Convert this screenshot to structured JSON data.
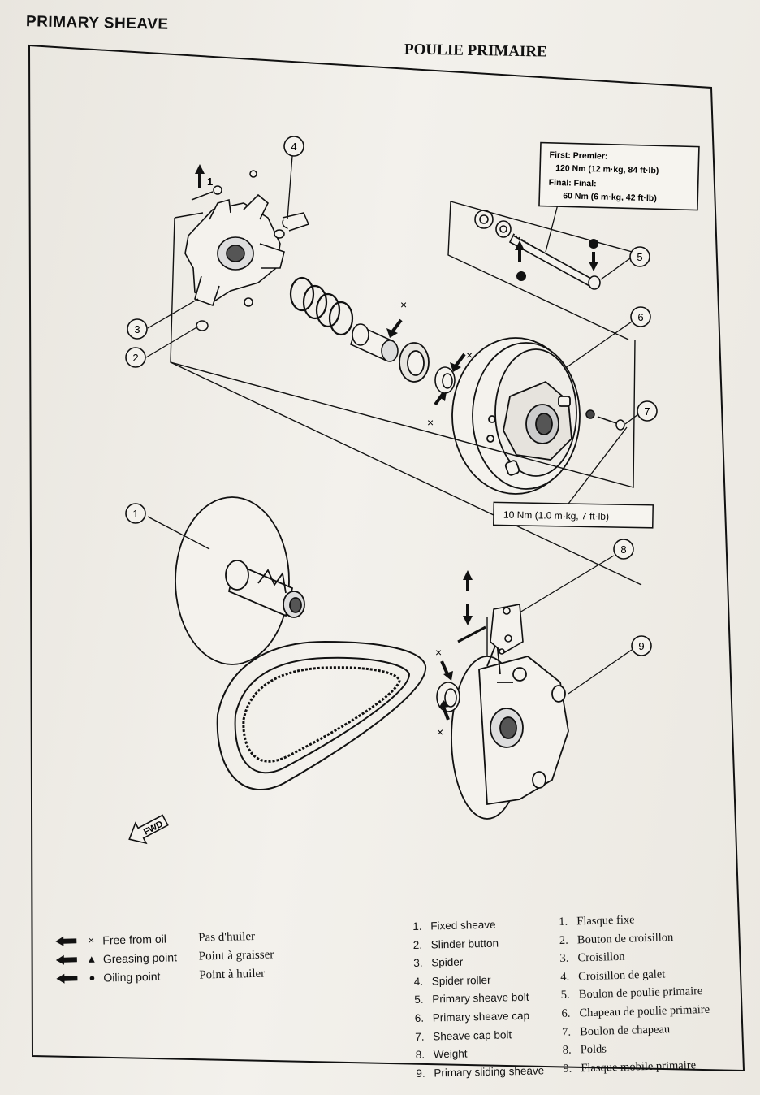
{
  "header": {
    "title_en": "PRIMARY SHEAVE",
    "title_fr": "POULIE PRIMAIRE"
  },
  "callouts": [
    "1",
    "2",
    "3",
    "4",
    "5",
    "6",
    "7",
    "8",
    "9"
  ],
  "torque": {
    "bolt_first": "First:  Premier:",
    "bolt_first_value": "120 Nm (12 m·kg, 84 ft·lb)",
    "bolt_final": "Final:  Final:",
    "bolt_final_value": "60 Nm (6 m·kg, 42 ft·lb)",
    "cap_bolt": "10 Nm (1.0 m·kg, 7 ft·lb)"
  },
  "fwd_label": "FWD",
  "marks": {
    "free_from_oil": "×",
    "greasing": "▲",
    "oiling": "●"
  },
  "legend": [
    {
      "symbol": "×",
      "en": "Free from oil",
      "fr": "Pas d'huiler"
    },
    {
      "symbol": "▲",
      "en": "Greasing point",
      "fr": "Point à graisser"
    },
    {
      "symbol": "●",
      "en": "Oiling point",
      "fr": "Point à huiler"
    }
  ],
  "parts_en": [
    {
      "num": "1.",
      "name": "Fixed sheave"
    },
    {
      "num": "2.",
      "name": "Slinder button"
    },
    {
      "num": "3.",
      "name": "Spider"
    },
    {
      "num": "4.",
      "name": "Spider roller"
    },
    {
      "num": "5.",
      "name": "Primary sheave bolt"
    },
    {
      "num": "6.",
      "name": "Primary sheave cap"
    },
    {
      "num": "7.",
      "name": "Sheave cap bolt"
    },
    {
      "num": "8.",
      "name": "Weight"
    },
    {
      "num": "9.",
      "name": "Primary sliding sheave"
    }
  ],
  "parts_fr": [
    {
      "num": "1.",
      "name": "Flasque fixe"
    },
    {
      "num": "2.",
      "name": "Bouton de croisillon"
    },
    {
      "num": "3.",
      "name": "Croisillon"
    },
    {
      "num": "4.",
      "name": "Croisillon de galet"
    },
    {
      "num": "5.",
      "name": "Boulon de poulie primaire"
    },
    {
      "num": "6.",
      "name": "Chapeau de poulie primaire"
    },
    {
      "num": "7.",
      "name": "Boulon de chapeau"
    },
    {
      "num": "8.",
      "name": "Polds"
    },
    {
      "num": "9.",
      "name": "Flasque mobile primaire"
    }
  ]
}
